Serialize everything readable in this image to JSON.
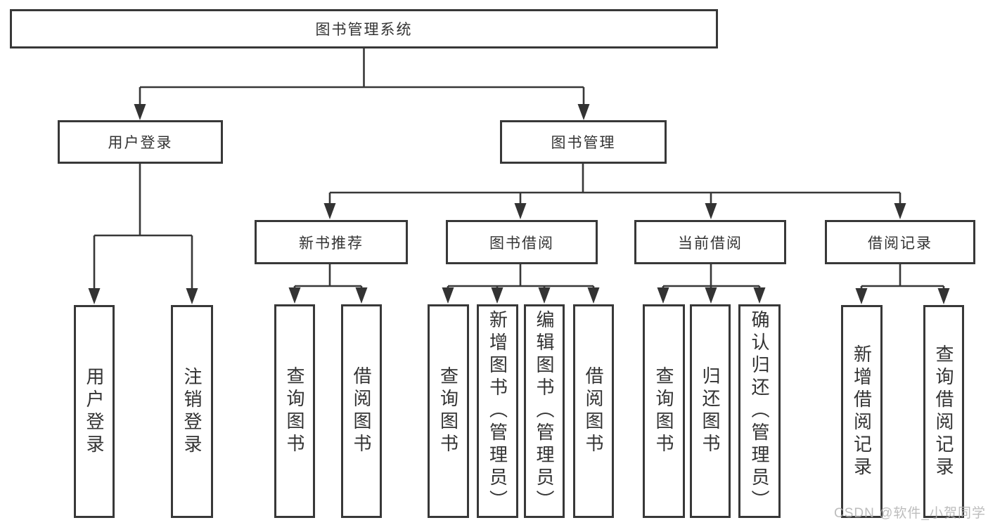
{
  "tree": {
    "root": "图书管理系统",
    "children": [
      {
        "label": "用户登录",
        "children": [
          "用户登录",
          "注销登录"
        ]
      },
      {
        "label": "图书管理",
        "children": [
          {
            "label": "新书推荐",
            "children": [
              "查询图书",
              "借阅图书"
            ]
          },
          {
            "label": "图书借阅",
            "children": [
              "查询图书",
              "新增图书（管理员）",
              "编辑图书（管理员）",
              "借阅图书"
            ]
          },
          {
            "label": "当前借阅",
            "children": [
              "查询图书",
              "归还图书",
              "确认归还（管理员）"
            ]
          },
          {
            "label": "借阅记录",
            "children": [
              "新增借阅记录",
              "查询借阅记录"
            ]
          }
        ]
      }
    ]
  },
  "watermark": "CSDN @软件_小贺同学",
  "colors": {
    "line": "#383838",
    "text": "#333333",
    "box_background": "#ffffff",
    "watermark": "#b2b2b2"
  }
}
